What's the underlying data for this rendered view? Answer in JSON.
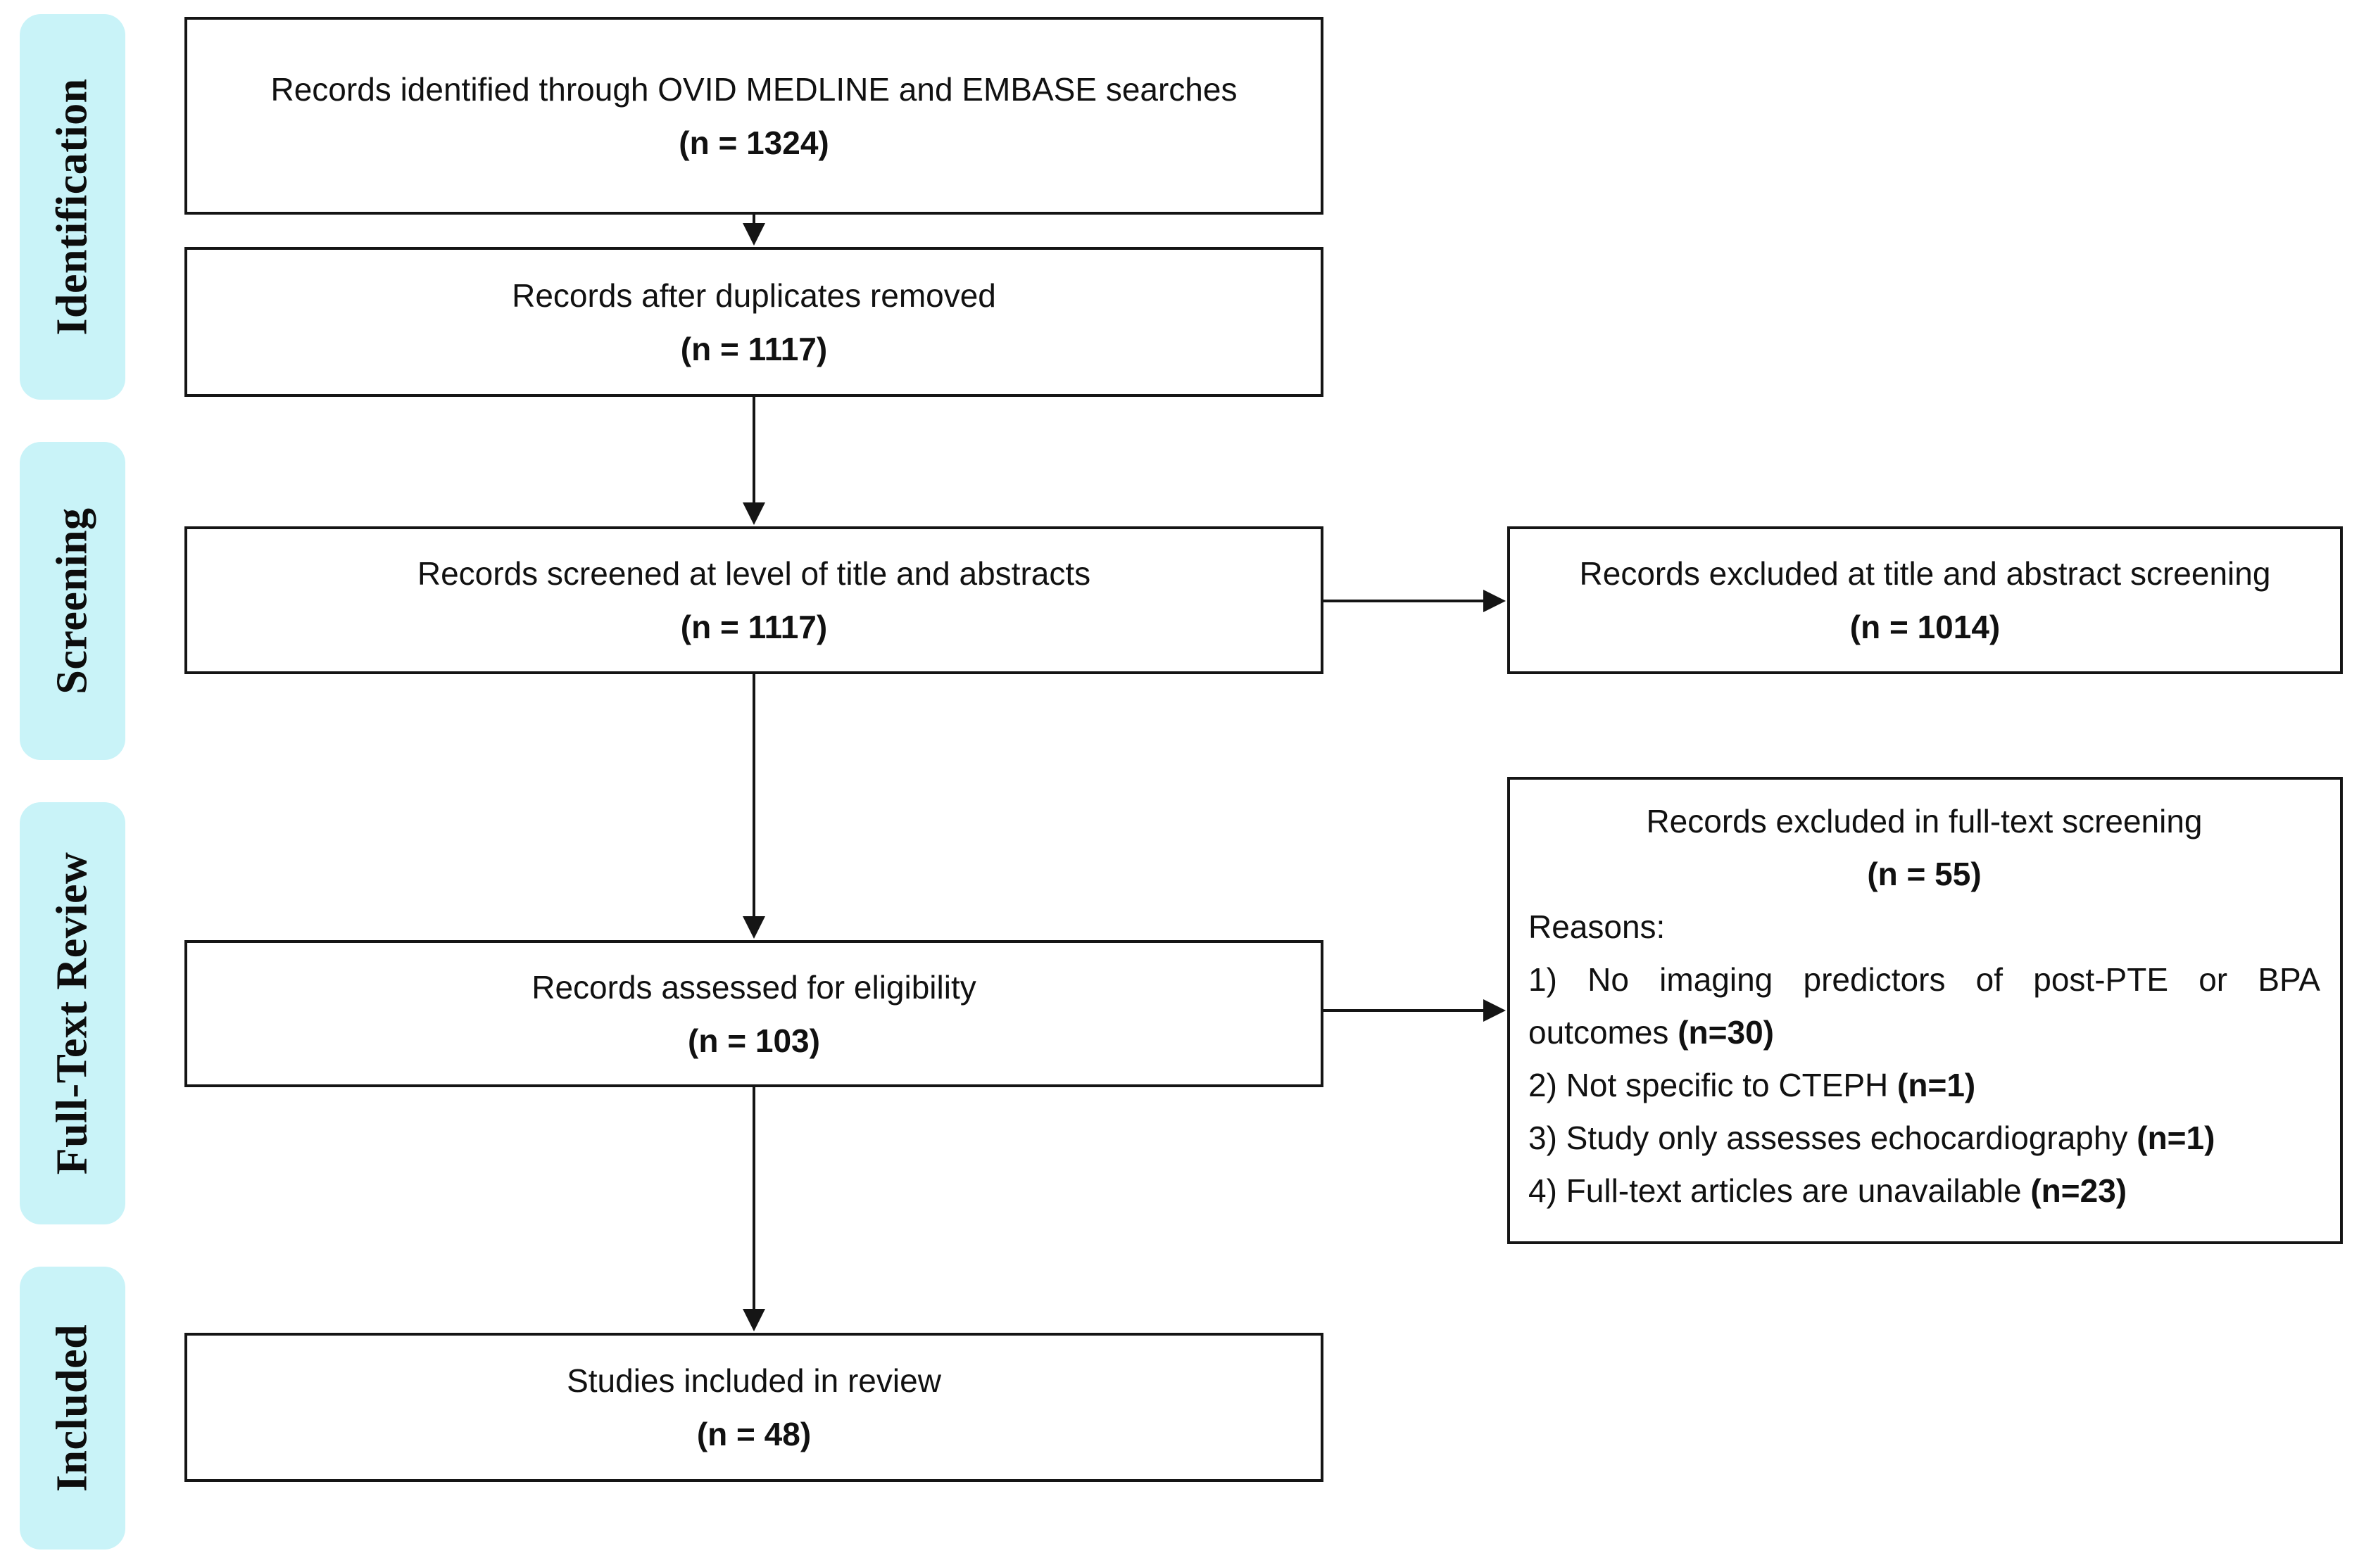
{
  "phases": {
    "identification": "Identification",
    "screening": "Screening",
    "full_text_review": "Full-Text Review",
    "included": "Included"
  },
  "boxes": {
    "identified": {
      "text": "Records identified through OVID MEDLINE and EMBASE searches",
      "count": "(n = 1324)"
    },
    "after_duplicates": {
      "text": "Records after duplicates removed",
      "count": "(n = 1117)"
    },
    "screened": {
      "text": "Records screened at level of title and abstracts",
      "count": "(n = 1117)"
    },
    "excluded_title_abstract": {
      "text": "Records excluded at title and abstract screening",
      "count": "(n = 1014)"
    },
    "assessed": {
      "text": "Records assessed for eligibility",
      "count": "(n = 103)"
    },
    "included": {
      "text": "Studies included in review",
      "count": "(n = 48)"
    },
    "excluded_full_text": {
      "text": "Records excluded in full-text screening",
      "count": "(n = 55)",
      "reasons_label": "Reasons:",
      "reasons": [
        {
          "line1": "1) No imaging predictors of post-PTE or BPA",
          "line2": "outcomes",
          "count": "(n=30)"
        },
        {
          "text": "2) Not specific to CTEPH",
          "count": "(n=1)"
        },
        {
          "text": "3) Study only assesses echocardiography",
          "count": "(n=1)"
        },
        {
          "text": "4) Full-text articles are unavailable",
          "count": "(n=23)"
        }
      ]
    }
  }
}
